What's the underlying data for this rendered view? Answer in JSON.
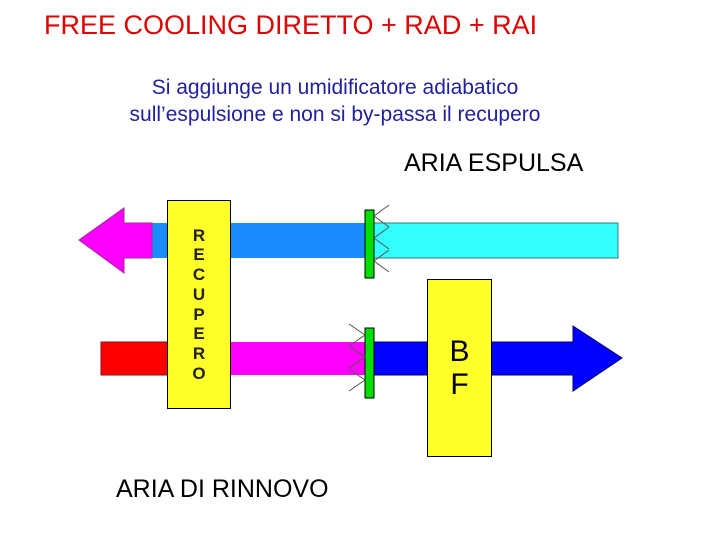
{
  "title": "FREE COOLING DIRETTO + RAD + RAI",
  "subtitle_lines": [
    "Si aggiunge un umidificatore adiabatico",
    "sull’espulsione e non si by-passa il recupero"
  ],
  "labels": {
    "exhaust_air": "ARIA ESPULSA",
    "fresh_air": "ARIA DI RINNOVO"
  },
  "recovery_letters": [
    "R",
    "E",
    "C",
    "U",
    "P",
    "E",
    "R",
    "O"
  ],
  "bypass_letters": [
    "B",
    "F"
  ],
  "colors": {
    "title": "#e00000",
    "subtitle": "#1f1f9f",
    "exhaust_start": "#33ffff",
    "exhaust_mid": "#1a8cff",
    "exhaust_end": "#ff00ff",
    "fresh_start": "#ff0000",
    "fresh_mid": "#ff00ff",
    "fresh_end": "#0000ff",
    "box_fill": "#ffff2a",
    "humidifier": "#00e000"
  }
}
